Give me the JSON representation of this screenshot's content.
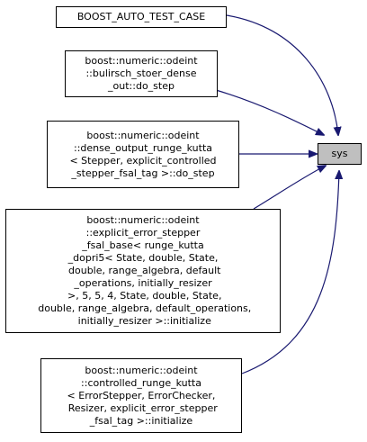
{
  "diagram": {
    "colors": {
      "edge": "#191970",
      "node_border": "#000000",
      "node_fill": "#ffffff",
      "focus_fill": "#bfbfbf"
    },
    "focus": {
      "label": "sys"
    },
    "callers": [
      {
        "lines": [
          "BOOST_AUTO_TEST_CASE"
        ]
      },
      {
        "lines": [
          "boost::numeric::odeint",
          "::bulirsch_stoer_dense",
          "_out::do_step"
        ]
      },
      {
        "lines": [
          "boost::numeric::odeint",
          "::dense_output_runge_kutta",
          "< Stepper, explicit_controlled",
          "_stepper_fsal_tag >::do_step"
        ]
      },
      {
        "lines": [
          "boost::numeric::odeint",
          "::explicit_error_stepper",
          "_fsal_base< runge_kutta",
          "_dopri5< State, double, State,",
          " double, range_algebra, default",
          "_operations, initially_resizer",
          " >, 5, 5, 4, State, double, State,",
          " double, range_algebra, default_operations,",
          " initially_resizer >::initialize"
        ]
      },
      {
        "lines": [
          "boost::numeric::odeint",
          "::controlled_runge_kutta",
          "< ErrorStepper, ErrorChecker,",
          " Resizer, explicit_error_stepper",
          "_fsal_tag >::initialize"
        ]
      }
    ]
  }
}
